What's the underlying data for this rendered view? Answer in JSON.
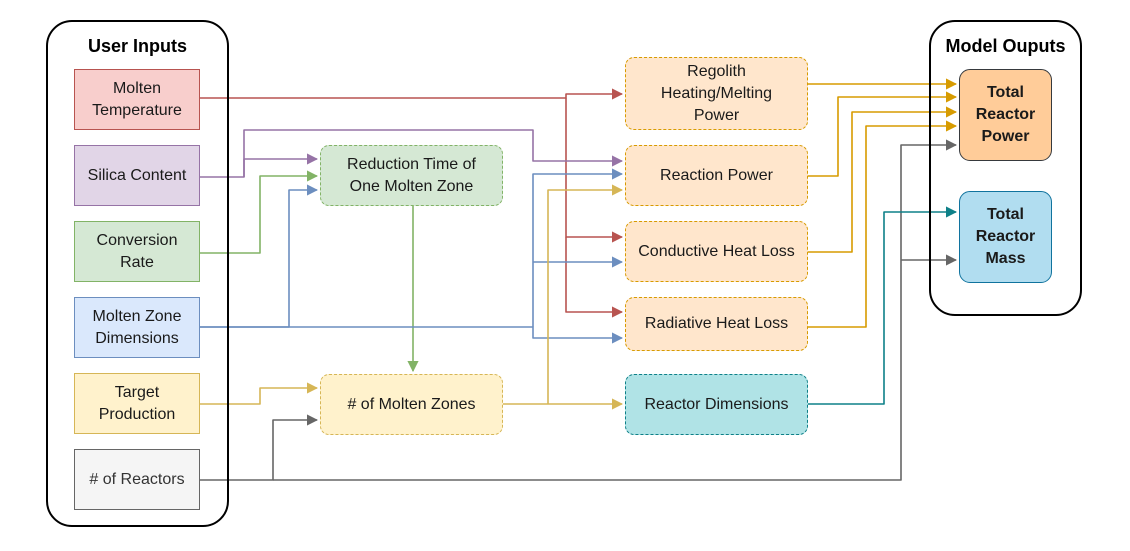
{
  "panels": {
    "inputs_title": "User Inputs",
    "outputs_title": "Model Ouputs"
  },
  "colors": {
    "red": "#b85450",
    "red_fill": "#f8cecc",
    "purple": "#9673a6",
    "purple_fill": "#e1d5e7",
    "green": "#82b366",
    "green_fill": "#d5e8d4",
    "blue": "#6c8ebf",
    "blue_fill": "#dae8fc",
    "yellow": "#d6b656",
    "yellow_fill": "#fff2cc",
    "gray": "#666666",
    "gray_fill": "#f5f5f5",
    "orange_line": "#d79b00",
    "orange_fill": "#ffe6cc",
    "orange_out_fill": "#ffcc99",
    "teal": "#10739e",
    "teal_fill": "#b1ddf0",
    "teal_line": "#0e8088",
    "teal_node_fill": "#b0e3e6"
  },
  "inputs": {
    "molten_temperature": "Molten\nTemperature",
    "silica_content": "Silica Content",
    "conversion_rate": "Conversion\nRate",
    "molten_zone_dimensions": "Molten Zone\nDimensions",
    "target_production": "Target\nProduction",
    "num_reactors": "# of Reactors"
  },
  "middle": {
    "reduction_time": "Reduction Time of\nOne Molten Zone",
    "num_molten_zones": "# of Molten Zones"
  },
  "calcs": {
    "regolith_power": "Regolith\nHeating/Melting\nPower",
    "reaction_power": "Reaction Power",
    "conductive_loss": "Conductive Heat Loss",
    "radiative_loss": "Radiative Heat Loss",
    "reactor_dimensions": "Reactor Dimensions"
  },
  "outputs": {
    "total_power": "Total\nReactor\nPower",
    "total_mass": "Total\nReactor\nMass"
  }
}
